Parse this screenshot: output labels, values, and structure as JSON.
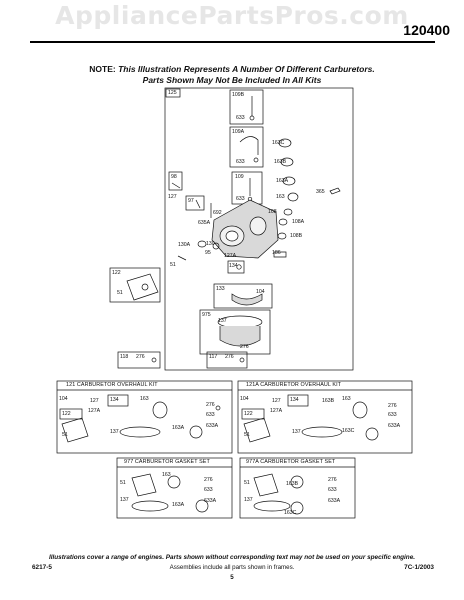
{
  "header": {
    "watermark": "AppliancePartsPros.com",
    "model_number": "120400"
  },
  "note": {
    "prefix": "NOTE:",
    "line1": "This Illustration Represents A Number Of Different Carburetors.",
    "line2": "Parts Shown May Not Be Included In All Kits"
  },
  "diagram": {
    "frame_number": "125",
    "labels": {
      "p109B": "109B",
      "p633a": "633",
      "p109A": "109A",
      "p163C": "163C",
      "p633b": "633",
      "p163B": "163B",
      "p163A": "163A",
      "p163": "163",
      "p365": "365",
      "p109": "109",
      "p633c": "633",
      "p108": "108",
      "p108A": "108A",
      "p108B": "108B",
      "p98": "98",
      "p127": "127",
      "p97": "97",
      "p692": "692",
      "p635A": "635A",
      "p130A": "130A",
      "p130": "130",
      "p95": "95",
      "p127A": "127A",
      "p186": "186",
      "p51": "51",
      "p134": "134",
      "p122": "122",
      "p51b": "51",
      "p133": "133",
      "p104": "104",
      "p975": "975",
      "p137": "137",
      "p276": "276",
      "p118": "118",
      "p276b": "276",
      "p117": "117",
      "p276c": "276"
    }
  },
  "kits": {
    "k121": {
      "title": "121 CARBURETOR OVERHAUL KIT",
      "labels": {
        "a104": "104",
        "a127": "127",
        "a134": "134",
        "a163": "163",
        "a122": "122",
        "a127A": "127A",
        "a276": "276",
        "a633": "633",
        "a51": "51",
        "a137": "137",
        "a163A": "163A",
        "a633A": "633A"
      }
    },
    "k121A": {
      "title": "121A CARBURETOR OVERHAUL KIT",
      "labels": {
        "b104": "104",
        "b127": "127",
        "b134": "134",
        "b163B": "163B",
        "b163": "163",
        "b122": "122",
        "b127A": "127A",
        "b276": "276",
        "b633": "633",
        "b51": "51",
        "b137": "137",
        "b163C": "163C",
        "b633A": "633A"
      }
    },
    "k977": {
      "title": "977 CARBURETOR GASKET SET",
      "labels": {
        "c163": "163",
        "c51": "51",
        "c276": "276",
        "c633": "633",
        "c137": "137",
        "c163A": "163A",
        "c633A": "633A"
      }
    },
    "k977A": {
      "title": "977A CARBURETOR GASKET SET",
      "labels": {
        "d51": "51",
        "d163B": "163B",
        "d276": "276",
        "d633": "633",
        "d137": "137",
        "d163C": "163C",
        "d633A": "633A"
      }
    }
  },
  "footer": {
    "disclaimer": "Illustrations cover a range of engines. Parts shown without corresponding text may not be used on your specific engine.",
    "left_code": "6217-5",
    "center_text": "Assemblies include all parts shown in frames.",
    "right_code": "7C-1/2003",
    "page_number": "5"
  },
  "colors": {
    "ink": "#111111",
    "watermark": "#e6e6e6",
    "part_fill": "#d9d9d9"
  }
}
